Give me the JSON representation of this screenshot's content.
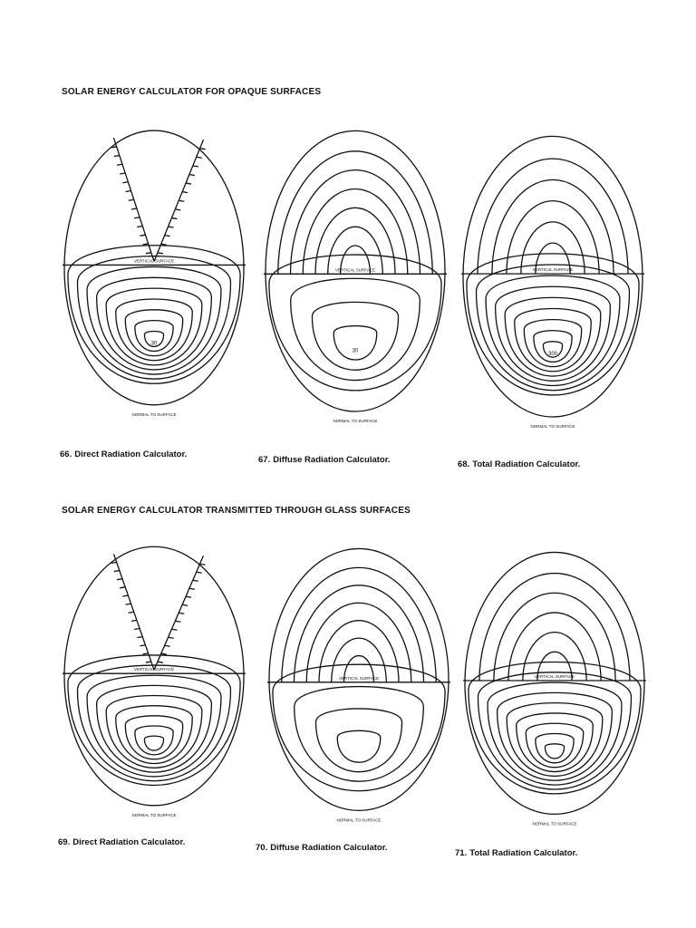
{
  "sections": [
    {
      "title": "SOLAR ENERGY CALCULATOR FOR OPAQUE SURFACES",
      "figures": [
        {
          "number": "66.",
          "caption": "Direct Radiation Calculator.",
          "type": "direct",
          "center_value": "30",
          "vertical_label": "VERTICAL SURFACE",
          "normal_label": "NORMAL TO SURFACE"
        },
        {
          "number": "67.",
          "caption": "Diffuse Radiation Calculator.",
          "type": "diffuse",
          "center_value": "30",
          "vertical_label": "VERTICAL SURFACE",
          "normal_label": "NORMAL TO SURFACE"
        },
        {
          "number": "68.",
          "caption": "Total Radiation Calculator.",
          "type": "total",
          "center_value": "300",
          "vertical_label": "VERTICAL SURFACE",
          "normal_label": "NORMAL TO SURFACE"
        }
      ]
    },
    {
      "title": "SOLAR ENERGY CALCULATOR TRANSMITTED THROUGH GLASS SURFACES",
      "figures": [
        {
          "number": "69.",
          "caption": "Direct Radiation Calculator.",
          "type": "direct",
          "center_value": "",
          "vertical_label": "VERTICAL SURFACE",
          "normal_label": "NORMAL TO SURFACE"
        },
        {
          "number": "70.",
          "caption": "Diffuse Radiation Calculator.",
          "type": "diffuse",
          "center_value": "",
          "vertical_label": "VERTICAL SURFACE",
          "normal_label": "NORMAL TO SURFACE"
        },
        {
          "number": "71.",
          "caption": "Total Radiation Calculator.",
          "type": "total",
          "center_value": "",
          "vertical_label": "VERTICAL SURFACE",
          "normal_label": "NORMAL TO SURFACE"
        }
      ]
    }
  ]
}
